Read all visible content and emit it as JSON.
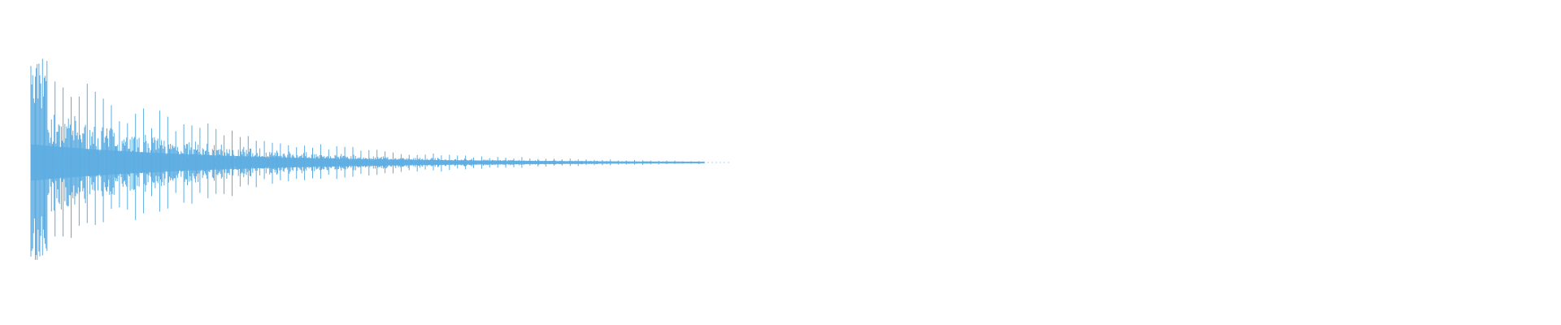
{
  "waveform": {
    "color": "#5DADE2",
    "background": "#ffffff",
    "envelope": {
      "peak_amplitude": 1.0,
      "decay_shape": "exponential",
      "audible_fraction_of_timeline": 0.45
    }
  }
}
